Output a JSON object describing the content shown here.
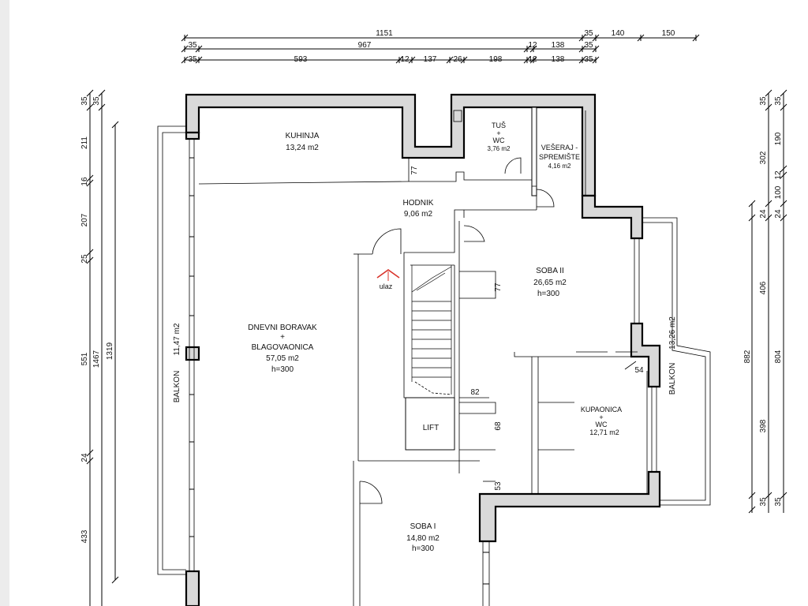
{
  "dimensions": {
    "top_row1": [
      "1151",
      "35",
      "140",
      "150"
    ],
    "top_row2": [
      "35",
      "967",
      "12",
      "138",
      "35"
    ],
    "top_row3": [
      "35",
      "593",
      "12",
      "137",
      "26",
      "198",
      "12",
      "138",
      "35"
    ],
    "left_outer": [
      "35",
      "35",
      "211",
      "16",
      "207",
      "25",
      "551",
      "24",
      "433"
    ],
    "left_mid": "1467",
    "left_inner": "1319",
    "right_outer": [
      "35",
      "35",
      "190",
      "12",
      "100",
      "24",
      "804",
      "35"
    ],
    "right_inner": [
      "302",
      "24",
      "406",
      "882",
      "398",
      "35"
    ],
    "inner": [
      "77",
      "77",
      "82",
      "68",
      "53",
      "54"
    ]
  },
  "rooms": {
    "kuhinja": {
      "name": "KUHINJA",
      "area": "13,24 m2"
    },
    "tus_wc": {
      "line1": "TUŠ",
      "plus": "+",
      "line2": "WC",
      "area": "3,76 m2"
    },
    "veseraj": {
      "line1": "VEŠERAJ -",
      "line2": "SPREMIŠTE",
      "area": "4,16 m2"
    },
    "hodnik": {
      "name": "HODNIK",
      "area": "9,06 m2"
    },
    "ulaz": {
      "name": "ulaz"
    },
    "soba2": {
      "name": "SOBA II",
      "area": "26,65 m2",
      "height": "h=300"
    },
    "dnevni": {
      "line1": "DNEVNI BORAVAK",
      "plus": "+",
      "line2": "BLAGOVAONICA",
      "area": "57,05 m2",
      "height": "h=300"
    },
    "balkon_left": {
      "name": "BALKON",
      "area": "11,47 m2"
    },
    "balkon_right": {
      "name": "BALKON",
      "area": "13,26 m2"
    },
    "kupaonica": {
      "line1": "KUPAONICA",
      "plus": "+",
      "line2": "WC",
      "area": "12,71 m2"
    },
    "lift": {
      "name": "LIFT"
    },
    "soba1": {
      "name": "SOBA I",
      "area": "14,80 m2",
      "height": "h=300"
    }
  },
  "colors": {
    "wall_fill": "#d9d9d9",
    "line": "#000000",
    "entrance_marker": "#d9342b"
  }
}
